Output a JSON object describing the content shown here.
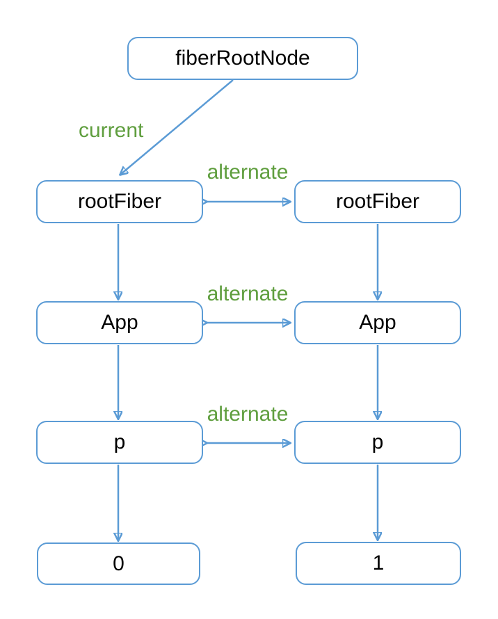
{
  "diagram": {
    "nodes": {
      "fiber_root_node": "fiberRootNode",
      "root_fiber_left": "rootFiber",
      "root_fiber_right": "rootFiber",
      "app_left": "App",
      "app_right": "App",
      "p_left": "p",
      "p_right": "p",
      "child_left": "0",
      "child_right": "1"
    },
    "labels": {
      "current": "current",
      "alternate": "alternate"
    },
    "colors": {
      "node_border": "#5b9bd5",
      "arrow": "#5b9bd5",
      "edge_label_text": "#5f9e3e",
      "node_text": "#000000",
      "background": "#ffffff"
    }
  }
}
